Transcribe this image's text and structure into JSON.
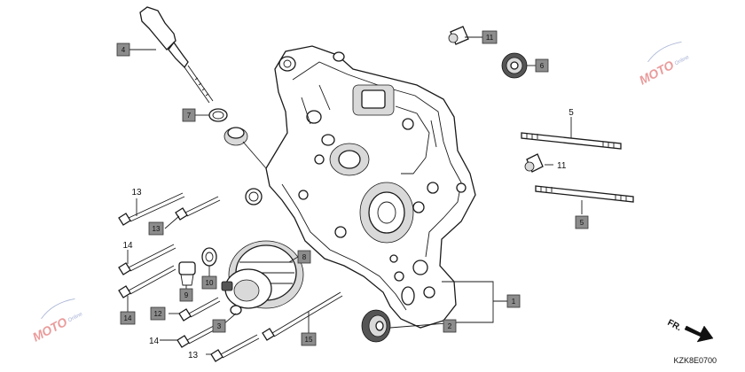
{
  "diagram": {
    "reference_code": "KZK8E0700",
    "direction_label": "FR.",
    "watermark": {
      "text": "MOTO",
      "subtext": "Online"
    },
    "callouts": [
      {
        "id": "c4",
        "number": "4",
        "style": "box"
      },
      {
        "id": "c7",
        "number": "7",
        "style": "box"
      },
      {
        "id": "c11a",
        "number": "11",
        "style": "box"
      },
      {
        "id": "c6",
        "number": "6",
        "style": "box"
      },
      {
        "id": "c5a",
        "number": "5",
        "style": "plain"
      },
      {
        "id": "c11b",
        "number": "11",
        "style": "plain"
      },
      {
        "id": "c5b",
        "number": "5",
        "style": "box"
      },
      {
        "id": "c13a",
        "number": "13",
        "style": "plain"
      },
      {
        "id": "c13b",
        "number": "13",
        "style": "box"
      },
      {
        "id": "c14a",
        "number": "14",
        "style": "plain"
      },
      {
        "id": "c14b",
        "number": "14",
        "style": "box"
      },
      {
        "id": "c8",
        "number": "8",
        "style": "box"
      },
      {
        "id": "c9",
        "number": "9",
        "style": "box"
      },
      {
        "id": "c10",
        "number": "10",
        "style": "box"
      },
      {
        "id": "c12",
        "number": "12",
        "style": "box"
      },
      {
        "id": "c3",
        "number": "3",
        "style": "box"
      },
      {
        "id": "c1",
        "number": "1",
        "style": "box"
      },
      {
        "id": "c2",
        "number": "2",
        "style": "box"
      },
      {
        "id": "c15",
        "number": "15",
        "style": "box"
      },
      {
        "id": "c14c",
        "number": "14",
        "style": "plain"
      },
      {
        "id": "c13c",
        "number": "13",
        "style": "plain"
      }
    ]
  }
}
